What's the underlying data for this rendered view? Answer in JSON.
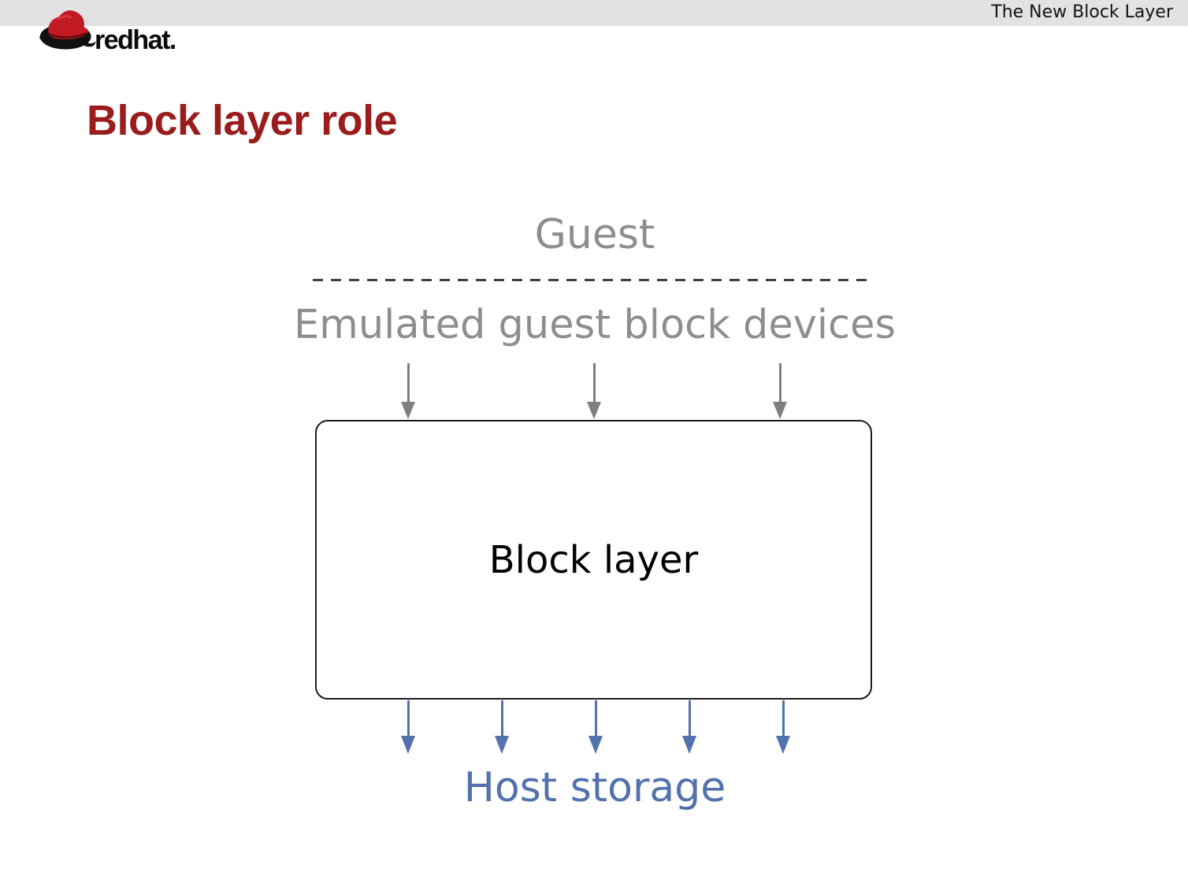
{
  "header": {
    "context_title": "The New Block Layer",
    "logo_text_red": "red",
    "logo_text_hat": "hat."
  },
  "slide": {
    "title": "Block layer role"
  },
  "diagram": {
    "guest_label": "Guest",
    "emulated_devices_label": "Emulated guest block devices",
    "block_layer_label": "Block layer",
    "host_storage_label": "Host storage",
    "top_arrows": {
      "count": 3,
      "x_positions": [
        518,
        754,
        990
      ]
    },
    "bottom_arrows": {
      "count": 5,
      "x_positions": [
        518,
        637,
        756,
        875,
        994
      ]
    }
  },
  "icons": {
    "redhat-hat-icon": "red fedora hat (Red Hat shadowman logo)",
    "down-arrow-icon": "↓"
  },
  "colors": {
    "top_bar_bg": "#e2e2e2",
    "title_red": "#9a1c1c",
    "logo_red": "#c21a22",
    "gray_text": "#8e8e8e",
    "divider_dash": "#3f3f3f",
    "gray_arrow": "#7f7f7f",
    "blue_arrow": "#5271ad",
    "blue_text": "#5271ad",
    "box_border": "#1c1c1c",
    "block_text": "#000000"
  }
}
